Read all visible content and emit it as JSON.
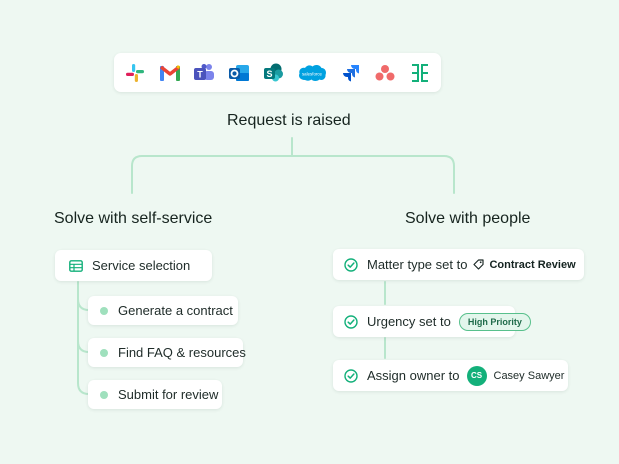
{
  "apps": [
    {
      "name": "slack-icon"
    },
    {
      "name": "gmail-icon"
    },
    {
      "name": "teams-icon"
    },
    {
      "name": "outlook-icon"
    },
    {
      "name": "sharepoint-icon"
    },
    {
      "name": "salesforce-icon",
      "text": "salesforce"
    },
    {
      "name": "jira-icon"
    },
    {
      "name": "asana-icon"
    },
    {
      "name": "bracket-app-icon"
    }
  ],
  "request_label": "Request is raised",
  "self_service": {
    "heading": "Solve with self-service",
    "selection_label": "Service selection",
    "options": [
      "Generate a contract",
      "Find FAQ & resources",
      "Submit for review"
    ]
  },
  "people": {
    "heading": "Solve with people",
    "matter_label": "Matter type set to",
    "matter_value": "Contract Review",
    "urgency_label": "Urgency set to",
    "urgency_badge": "High Priority",
    "owner_label": "Assign owner to",
    "owner_initials": "CS",
    "owner_name": "Casey Sawyer"
  },
  "colors": {
    "background": "#eef8f2",
    "connector": "#b8e6cc",
    "accent": "#13b07a"
  }
}
